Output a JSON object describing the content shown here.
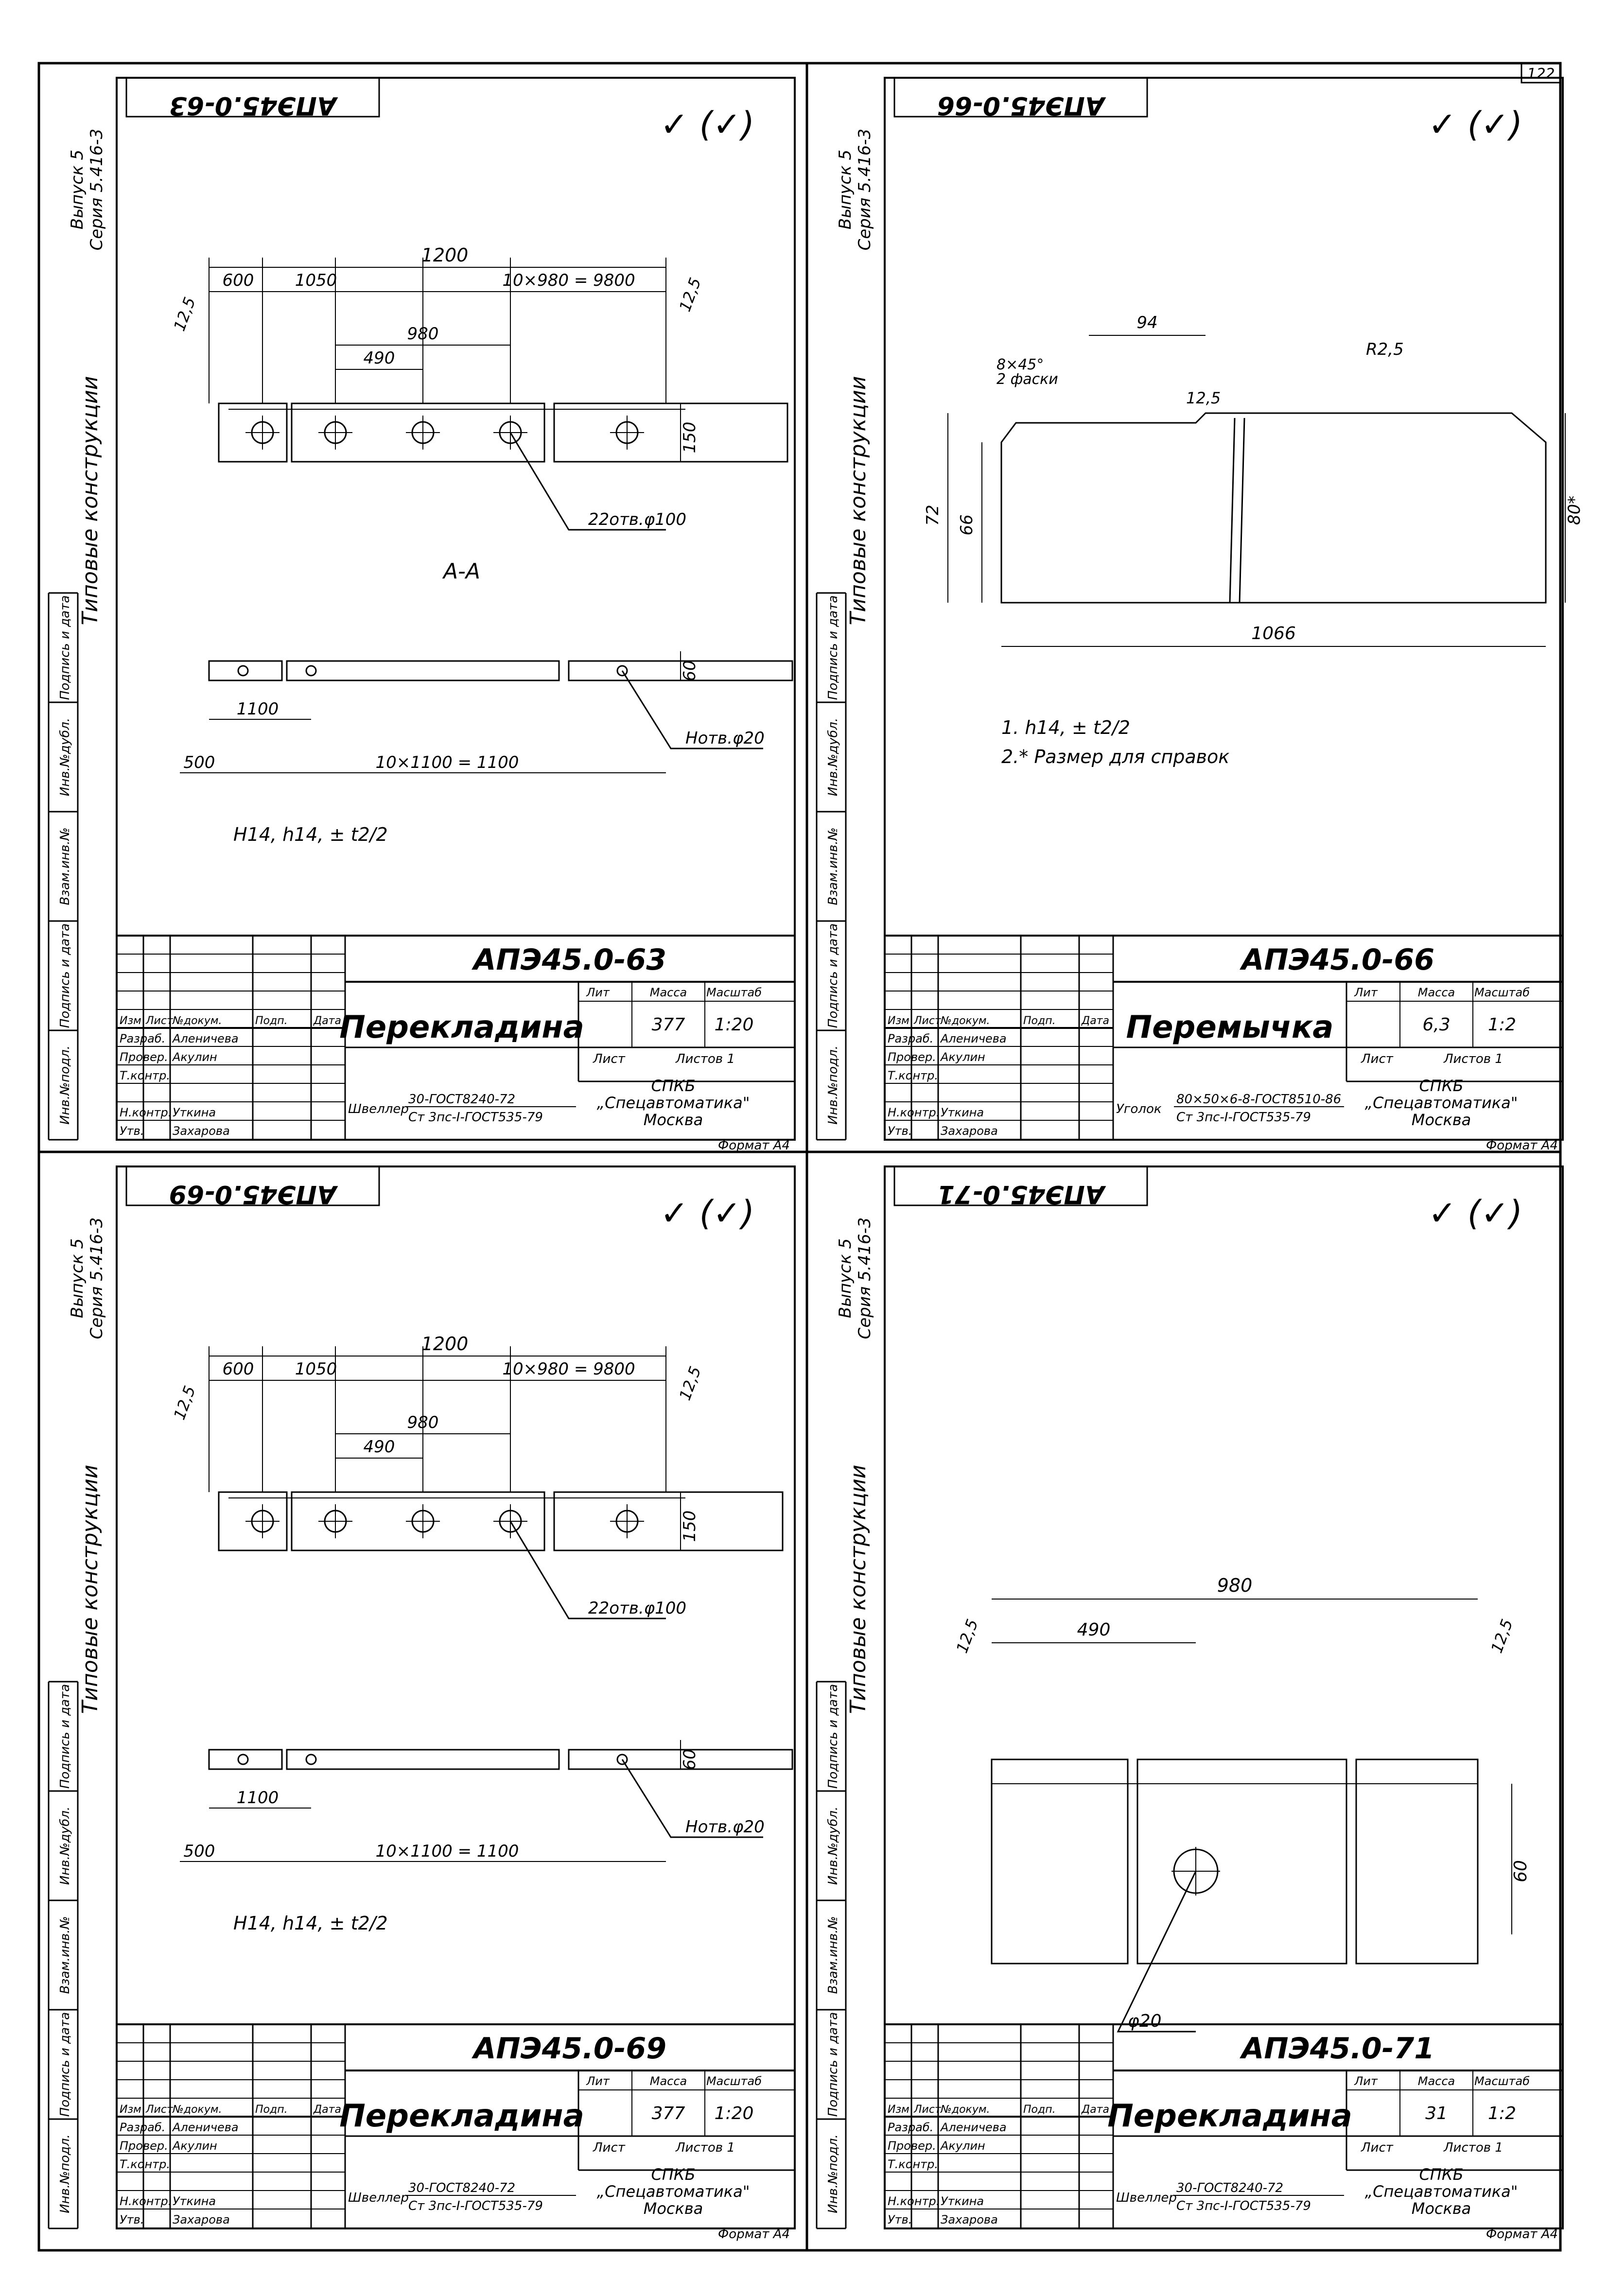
{
  "sheet_number": "122",
  "series_label": "Серия 5.416-3",
  "issue_label": "Выпуск 5",
  "series_side_title": "Типовые конструкции",
  "stamp_columns": [
    "Инв.№подл.",
    "Подпись и дата",
    "Взам.инв.№",
    "Инв.№дубл.",
    "Подпись и дата"
  ],
  "roughness_mark": "✓ (✓)",
  "sheet_format": "Формат А4",
  "header_cols": {
    "izm": "Изм",
    "list": "Лист",
    "doc": "№докум.",
    "sign": "Подп.",
    "date": "Дата"
  },
  "roles": [
    "Разраб.",
    "Провер.",
    "Т.контр.",
    "",
    "Н.контр.",
    "Утв."
  ],
  "names": [
    "Аленичева",
    "Акулин",
    "",
    "",
    "Уткина",
    "Захарова"
  ],
  "lit_label": "Лит",
  "mass_label": "Масса",
  "scale_label": "Масштаб",
  "sheet_label": "Лист",
  "sheets_label": "Листов 1",
  "org": [
    "СПКБ",
    "„Спецавтоматика\"",
    "Москва"
  ],
  "drawings": [
    {
      "code": "АПЭ45.0-63",
      "code_rotated": "АПЭ45.0-63",
      "name": "Перекладина",
      "mass": "377",
      "scale": "1:20",
      "material_label": "Швеллер",
      "material_top": "30-ГОСТ8240-72",
      "material_bottom": "Ст 3пс-I-ГОСТ535-79",
      "dims": {
        "overall": "1200",
        "left": "600",
        "second": "1050",
        "pitch": "10×980 = 9800",
        "mid": "980",
        "short": "490",
        "height": "150",
        "rough": "12,5",
        "holes": "22отв.φ100",
        "section": "А-А",
        "sec_height": "60",
        "sec_short": "1100",
        "sec_left": "500",
        "sec_pitch": "10×1100 = 1100",
        "sec_holes": "Нотв.φ20"
      },
      "note": "Н14, h14, ± t2/2"
    },
    {
      "code": "АПЭ45.0-66",
      "code_rotated": "АПЭ45.0-66",
      "name": "Перемычка",
      "mass": "6,3",
      "scale": "1:2",
      "material_label": "Уголок",
      "material_top": "80×50×6-8-ГОСТ8510-86",
      "material_bottom": "Ст 3пс-I-ГОСТ535-79",
      "dims": {
        "top": "94",
        "chamfer": "8×45°",
        "chamfer2": "2 фаски",
        "radius": "R2,5",
        "rough": "12,5",
        "h1": "72",
        "h2": "66",
        "h3": "80*",
        "length": "1066"
      },
      "note_lines": [
        "1. h14, ± t2/2",
        "2.* Размер для справок"
      ]
    },
    {
      "code": "АПЭ45.0-69",
      "code_rotated": "АПЭ45.0-69",
      "name": "Перекладина",
      "mass": "377",
      "scale": "1:20",
      "material_label": "Швеллер",
      "material_top": "30-ГОСТ8240-72",
      "material_bottom": "Ст 3пс-I-ГОСТ535-79",
      "dims": {
        "overall": "1200",
        "left": "600",
        "second": "1050",
        "pitch": "10×980 = 9800",
        "mid": "980",
        "short": "490",
        "height": "150",
        "rough": "12,5",
        "holes": "22отв.φ100",
        "sec_height": "60",
        "sec_short": "1100",
        "sec_left": "500",
        "sec_pitch": "10×1100 = 1100",
        "sec_holes": "Нотв.φ20"
      },
      "note": "Н14, h14, ± t2/2"
    },
    {
      "code": "АПЭ45.0-71",
      "code_rotated": "АПЭ45.0-71",
      "name": "Перекладина",
      "mass": "31",
      "scale": "1:2",
      "material_label": "Швеллер",
      "material_top": "30-ГОСТ8240-72",
      "material_bottom": "Ст 3пс-I-ГОСТ535-79",
      "dims": {
        "overall": "980",
        "short": "490",
        "height": "60",
        "rough": "12,5",
        "hole": "φ20"
      }
    }
  ]
}
